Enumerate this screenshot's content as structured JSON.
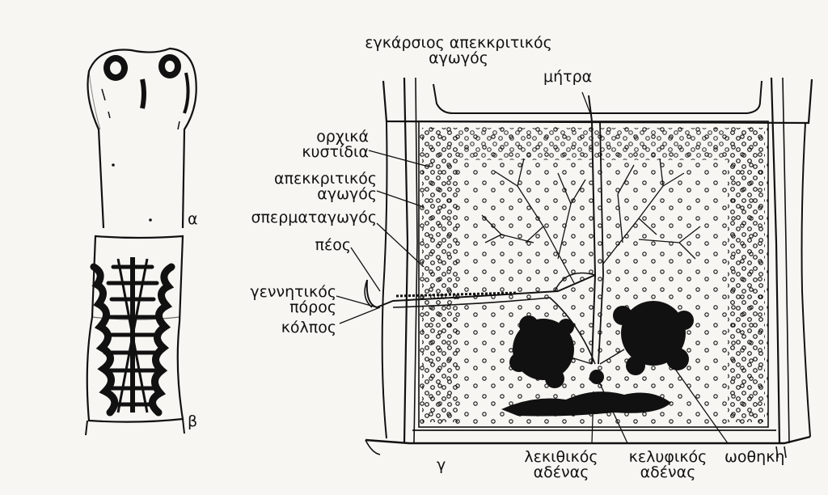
{
  "panel_markers": {
    "a": "α",
    "b": "β",
    "c": "γ"
  },
  "labels": {
    "transverse_excretory_duct": [
      "εγκάρσιος απεκκριτικός",
      "αγωγός"
    ],
    "uterus": [
      "μήτρα"
    ],
    "testis_vesicles": [
      "ορχικά",
      "κυστίδια"
    ],
    "excretory_duct": [
      "απεκκριτικός",
      "αγωγός"
    ],
    "vas_deferens": [
      "σπερματαγωγός"
    ],
    "penis": [
      "πέος"
    ],
    "genital_pore": [
      "γεννητικός",
      "πόρος"
    ],
    "vagina": [
      "κόλπος"
    ],
    "vitelline_gland": [
      "λεκιθικός",
      "αδένας"
    ],
    "shell_gland": [
      "κελυφικός",
      "αδένας"
    ],
    "ootype": [
      "ωοθηκη"
    ]
  },
  "colors": {
    "ink": "#111111",
    "paper": "#f7f6f2"
  }
}
